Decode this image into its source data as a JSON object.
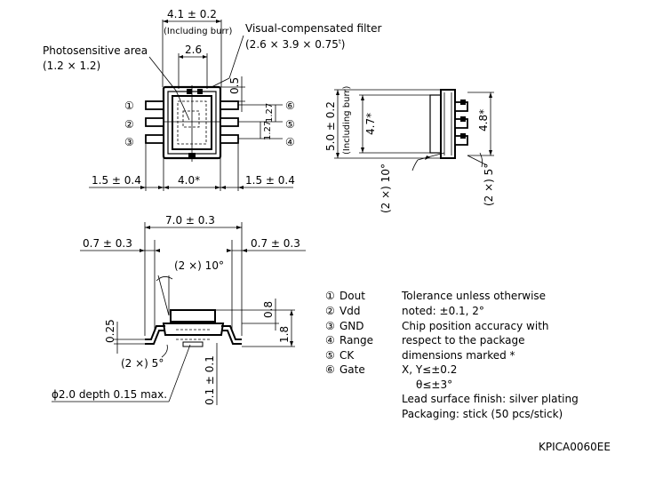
{
  "top_view": {
    "width_dim": "4.1 ± 0.2",
    "width_note": "(Including burr)",
    "filter_label": "Visual-compensated filter",
    "filter_size": "(2.6 × 3.9 × 0.75",
    "filter_sup": "t",
    "filter_close": ")",
    "inner_width": "2.6",
    "photo_label": "Photosensitive area",
    "photo_size": "(1.2 × 1.2)",
    "dim_05": "0.5",
    "pitch_1": "1.27",
    "pitch_2": "1.27",
    "pin_nums": [
      "①",
      "②",
      "③",
      "⑥",
      "⑤",
      "④"
    ],
    "left_lead": "1.5 ± 0.4",
    "body_width": "4.0*",
    "right_lead": "1.5 ± 0.4"
  },
  "side_view": {
    "height_dim": "5.0 ± 0.2",
    "height_note": "(Including burr)",
    "inner_height": "4.7*",
    "lead_span": "4.8*",
    "angle_left": "(2 ×) 10°",
    "angle_right": "(2 ×) 5°"
  },
  "front_view": {
    "overall_width": "7.0 ± 0.3",
    "left_lead": "0.7 ± 0.3",
    "right_lead": "0.7 ± 0.3",
    "angle_top": "(2 ×) 10°",
    "angle_bottom": "(2 ×) 5°",
    "dim_025": "0.25",
    "dim_08": "0.8",
    "dim_18": "1.8",
    "standoff": "0.1 ± 0.1",
    "hole_note": "ϕ2.0 depth 0.15 max."
  },
  "pin_table": [
    {
      "num": "①",
      "name": "Dout"
    },
    {
      "num": "②",
      "name": "Vdd"
    },
    {
      "num": "③",
      "name": "GND"
    },
    {
      "num": "④",
      "name": "Range"
    },
    {
      "num": "⑤",
      "name": "CK"
    },
    {
      "num": "⑥",
      "name": "Gate"
    }
  ],
  "notes": [
    "Tolerance unless otherwise",
    "noted: ±0.1, 2°",
    "Chip position accuracy with",
    "respect to the package",
    "dimensions marked *",
    "X, Y≤±0.2",
    "θ≤±3°",
    "Lead surface finish: silver plating",
    "Packaging: stick (50 pcs/stick)"
  ],
  "drawing_code": "KPICA0060EE"
}
